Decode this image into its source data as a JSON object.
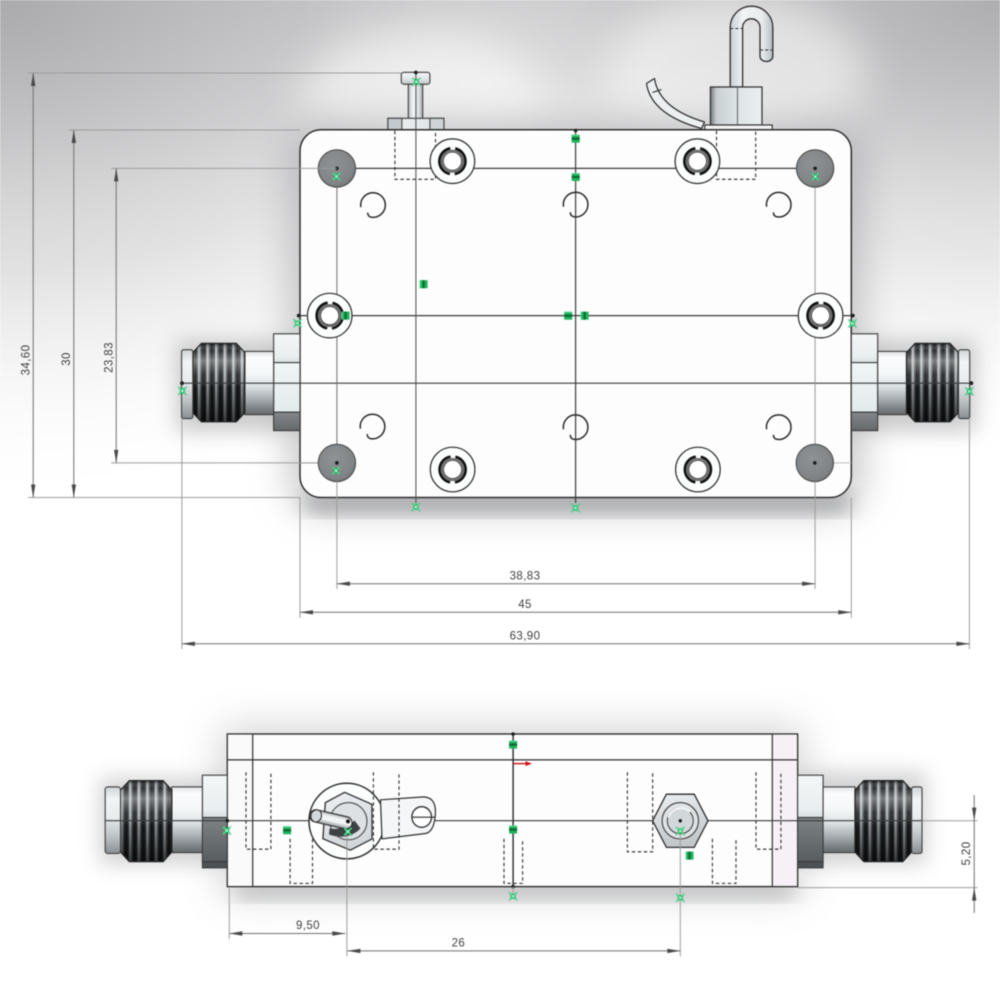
{
  "document": {
    "kind": "cad-dimension-drawing",
    "subject": "RF module enclosure with SMA connectors, vent screw and hanging hook, two orthographic views with dimensions"
  },
  "colors": {
    "background": "#ffffff",
    "outline_dark": "#2e2e2e",
    "dimension_line": "#707070",
    "extension_line": "#9d9d9d",
    "dimension_text": "#3f3f3f",
    "hole_fill": "#898c8e",
    "marker_green": "#1fb45a",
    "marker_green_dark": "#0a7a38",
    "origin_red": "#cc1111",
    "metal_light": "#eef1f2",
    "metal_dark": "#686e71",
    "knurl_dark": "#1a1d1f",
    "hex_shadow": "#6b7073",
    "end_plate_pink": "#f6eef6"
  },
  "views": {
    "front_view": {
      "dimensions": {
        "overall_height": "34,60",
        "body_height": "30",
        "hole_spacing_vertical": "23,83",
        "hole_spacing_horizontal": "38,83",
        "body_width": "45",
        "overall_width": "63,90"
      }
    },
    "side_view": {
      "dimensions": {
        "feature_offset": "9,50",
        "feature_spacing": "26",
        "connector_axis_height": "5,20"
      }
    }
  }
}
